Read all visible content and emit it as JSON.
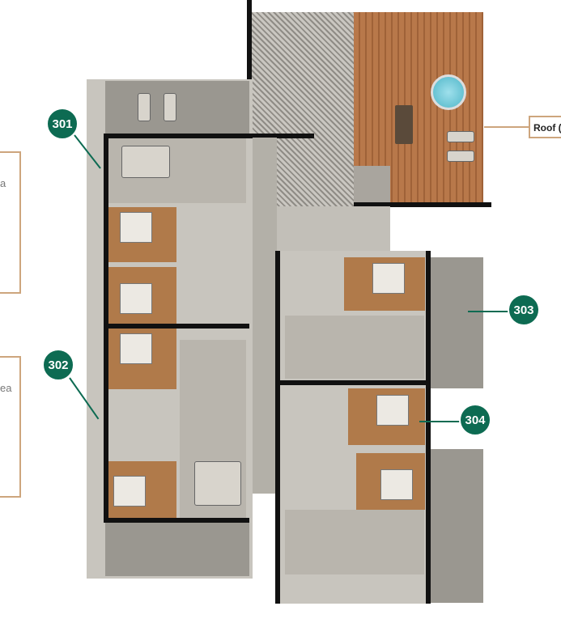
{
  "legend_boxes": [
    {
      "text": "a"
    },
    {
      "text": "ea"
    }
  ],
  "units": [
    {
      "label": "301"
    },
    {
      "label": "302"
    },
    {
      "label": "303"
    },
    {
      "label": "304"
    }
  ],
  "roof_label": "Roof (",
  "colors": {
    "unit_marker": "#0d6b52",
    "callout_border": "#cda57d"
  }
}
